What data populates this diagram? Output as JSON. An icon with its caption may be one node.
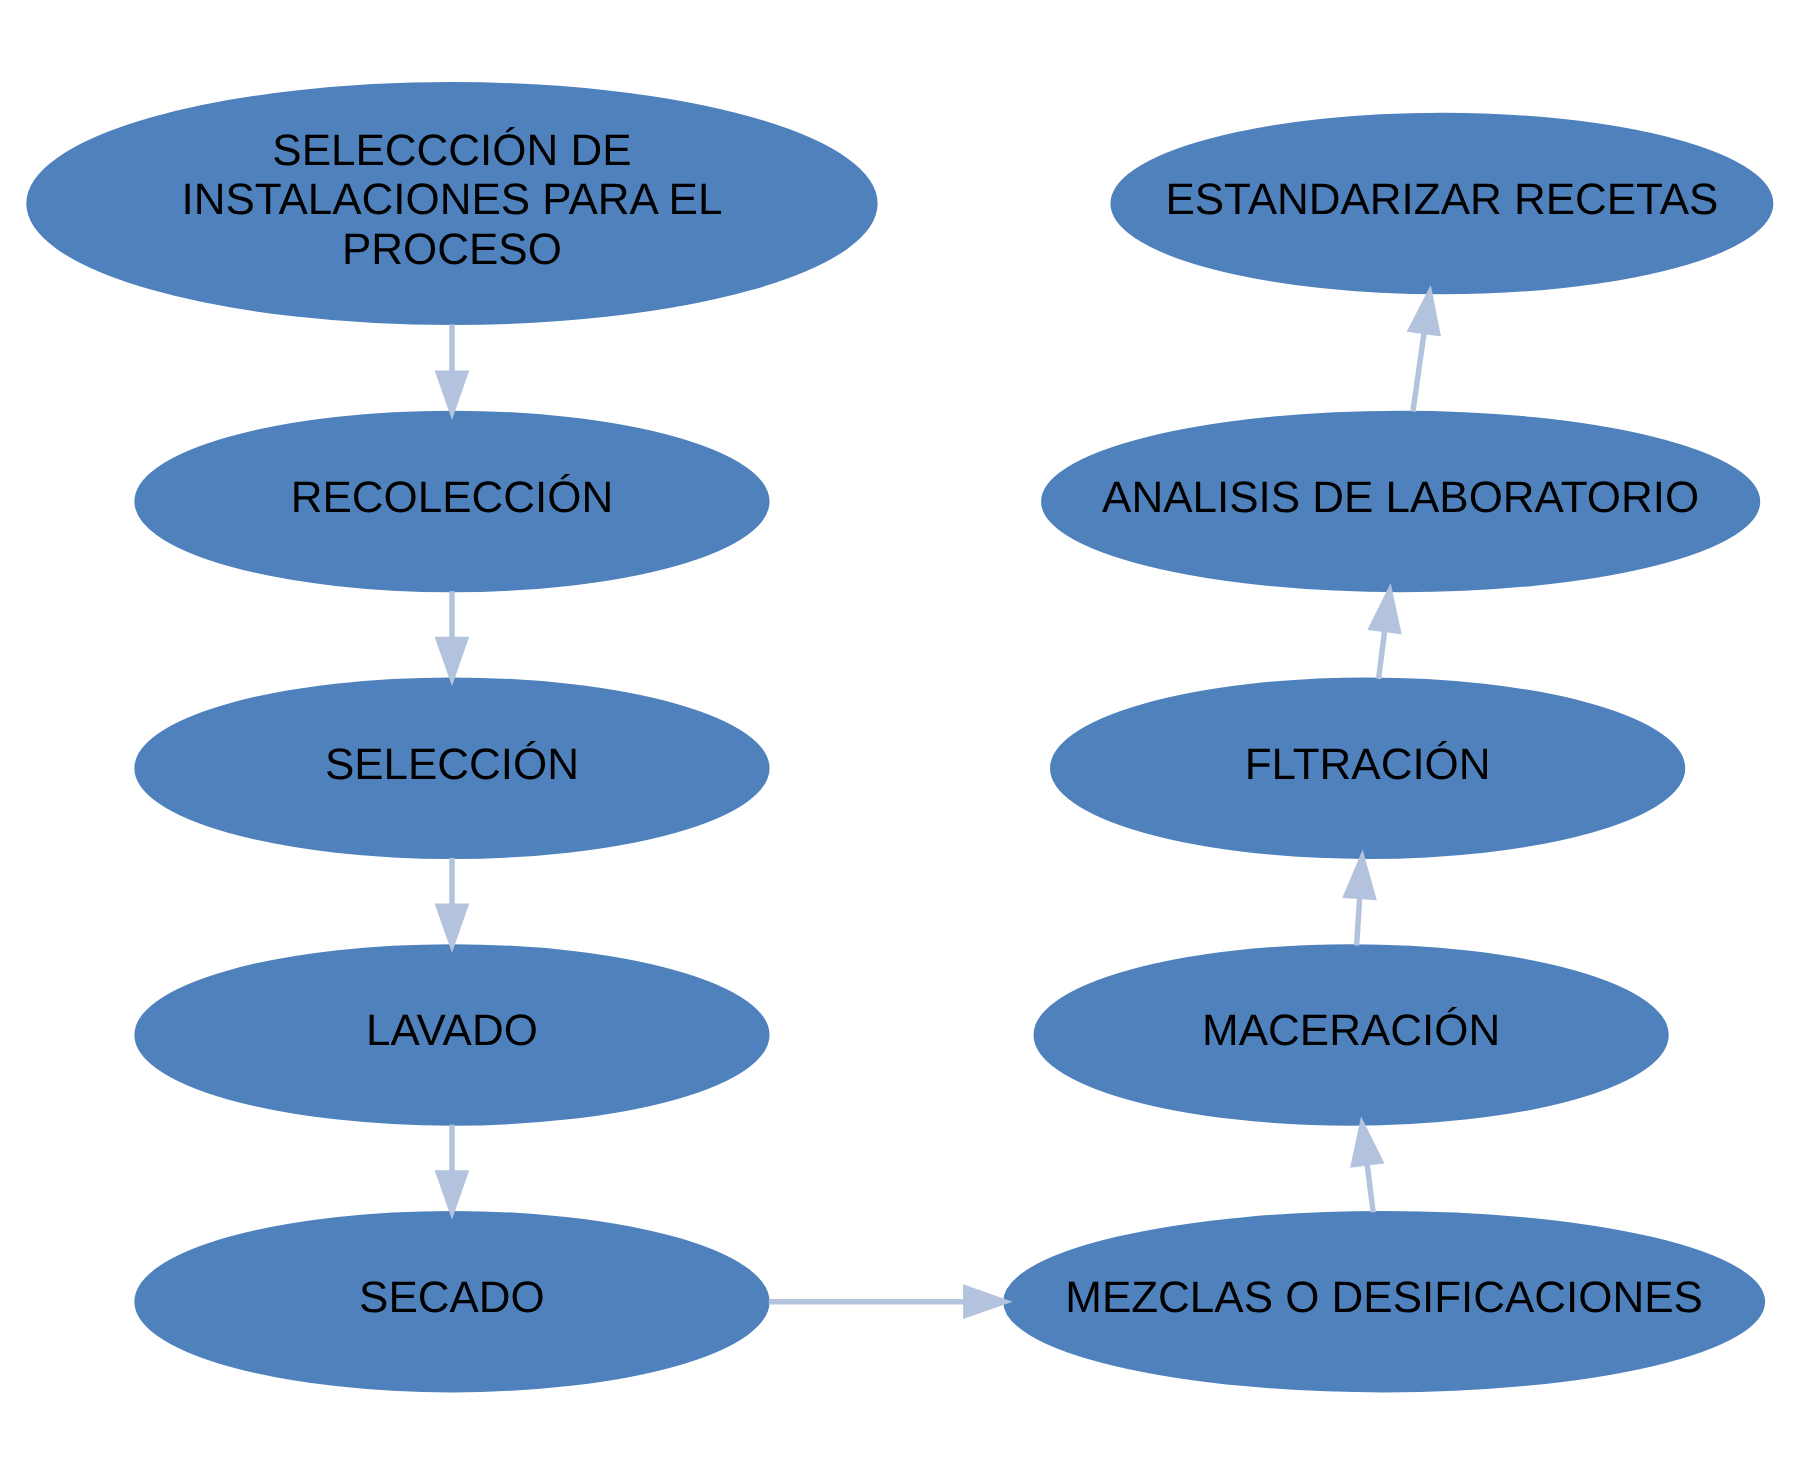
{
  "diagram": {
    "nodes": [
      {
        "text": [
          "SELECCCIÓN DE INSTALACIONES PARA EL PROCESO"
        ]
      },
      {
        "text": [
          "RECOLECCIÓN"
        ]
      },
      {
        "text": [
          "SELECCIÓN"
        ]
      },
      {
        "text": [
          "LAVADO"
        ]
      },
      {
        "text": [
          "SECADO"
        ]
      },
      {
        "text": [
          "MEZCLAS O DESIFICACIONES"
        ]
      },
      {
        "text": [
          "MACERACIÓN"
        ]
      },
      {
        "text": [
          "FLTRACIÓN"
        ]
      },
      {
        "text": [
          "ANALISIS DE LABORATORIO"
        ]
      },
      {
        "text": [
          "ESTANDARIZAR RECETAS"
        ]
      }
    ],
    "edges": [
      {
        "from": 0,
        "to": 1,
        "arrow": "to"
      },
      {
        "from": 1,
        "to": 2,
        "arrow": "to"
      },
      {
        "from": 2,
        "to": 3,
        "arrow": "to"
      },
      {
        "from": 3,
        "to": 4,
        "arrow": "to"
      },
      {
        "from": 4,
        "to": 5,
        "arrow": "to"
      },
      {
        "from": 5,
        "to": 6,
        "arrow": "to"
      },
      {
        "from": 6,
        "to": 7,
        "arrow": "to"
      },
      {
        "from": 7,
        "to": 8,
        "arrow": "to"
      },
      {
        "from": 8,
        "to": 9,
        "arrow": "to"
      }
    ]
  }
}
